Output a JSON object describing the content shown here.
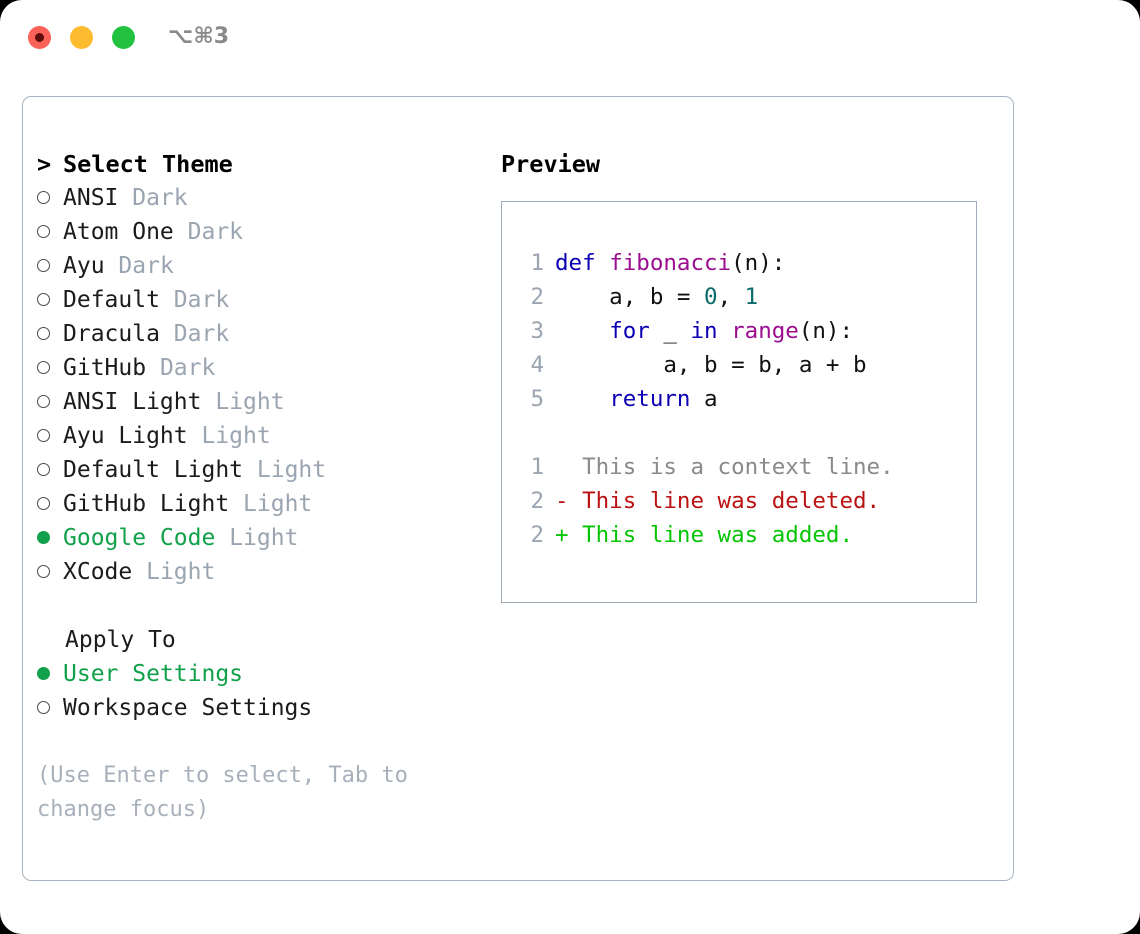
{
  "titlebar": {
    "shortcut": "⌥⌘3",
    "lights": [
      {
        "name": "close-button",
        "color": "#fa6157"
      },
      {
        "name": "minimize-button",
        "color": "#fdbc30"
      },
      {
        "name": "maximize-button",
        "color": "#22c240"
      }
    ]
  },
  "theme_picker": {
    "header": "Select Theme",
    "header_prefix": "> ",
    "marker_selected": "●",
    "marker_unselected": "○",
    "items": [
      {
        "name": "ANSI",
        "variant": "Dark",
        "selected": false
      },
      {
        "name": "Atom One",
        "variant": "Dark",
        "selected": false
      },
      {
        "name": "Ayu",
        "variant": "Dark",
        "selected": false
      },
      {
        "name": "Default",
        "variant": "Dark",
        "selected": false
      },
      {
        "name": "Dracula",
        "variant": "Dark",
        "selected": false
      },
      {
        "name": "GitHub",
        "variant": "Dark",
        "selected": false
      },
      {
        "name": "ANSI Light",
        "variant": "Light",
        "selected": false
      },
      {
        "name": "Ayu Light",
        "variant": "Light",
        "selected": false
      },
      {
        "name": "Default Light",
        "variant": "Light",
        "selected": false
      },
      {
        "name": "GitHub Light",
        "variant": "Light",
        "selected": false
      },
      {
        "name": "Google Code",
        "variant": "Light",
        "selected": true
      },
      {
        "name": "XCode",
        "variant": "Light",
        "selected": false
      }
    ]
  },
  "apply_to": {
    "header": "Apply To",
    "items": [
      {
        "name": "User Settings",
        "selected": true
      },
      {
        "name": "Workspace Settings",
        "selected": false
      }
    ]
  },
  "hint": "(Use Enter to select, Tab to change focus)",
  "preview": {
    "title": "Preview",
    "code_lines": [
      {
        "no": "1",
        "tokens": [
          {
            "t": "def",
            "c": "kw"
          },
          {
            "t": " ",
            "c": "plain"
          },
          {
            "t": "fibonacci",
            "c": "fn"
          },
          {
            "t": "(n):",
            "c": "plain"
          }
        ]
      },
      {
        "no": "2",
        "tokens": [
          {
            "t": "    a, b = ",
            "c": "plain"
          },
          {
            "t": "0",
            "c": "num"
          },
          {
            "t": ", ",
            "c": "plain"
          },
          {
            "t": "1",
            "c": "num"
          }
        ]
      },
      {
        "no": "3",
        "tokens": [
          {
            "t": "    ",
            "c": "plain"
          },
          {
            "t": "for",
            "c": "kw"
          },
          {
            "t": " _ ",
            "c": "plain"
          },
          {
            "t": "in",
            "c": "kw"
          },
          {
            "t": " ",
            "c": "plain"
          },
          {
            "t": "range",
            "c": "fn"
          },
          {
            "t": "(n):",
            "c": "plain"
          }
        ]
      },
      {
        "no": "4",
        "tokens": [
          {
            "t": "        a, b = b, a + b",
            "c": "plain"
          }
        ]
      },
      {
        "no": "5",
        "tokens": [
          {
            "t": "    ",
            "c": "plain"
          },
          {
            "t": "return",
            "c": "kw"
          },
          {
            "t": " a",
            "c": "plain"
          }
        ]
      }
    ],
    "diff_lines": [
      {
        "no": "1",
        "text": "  This is a context line.",
        "cls": "ctx"
      },
      {
        "no": "2",
        "text": "- This line was deleted.",
        "cls": "del"
      },
      {
        "no": "2",
        "text": "+ This line was added.",
        "cls": "add"
      }
    ]
  },
  "colors": {
    "selected_green": "#12a14b",
    "variant_gray": "#9aa5b1",
    "hint_gray": "#a7b0bb",
    "border": "#a9b4c2",
    "keyword_blue": "#0b00b3",
    "function_magenta": "#9b0d8f",
    "number_teal": "#0b6a6a",
    "diff_delete_red": "#bb1212",
    "diff_add_green": "#07c407",
    "diff_context_gray": "#8a8a8a"
  }
}
